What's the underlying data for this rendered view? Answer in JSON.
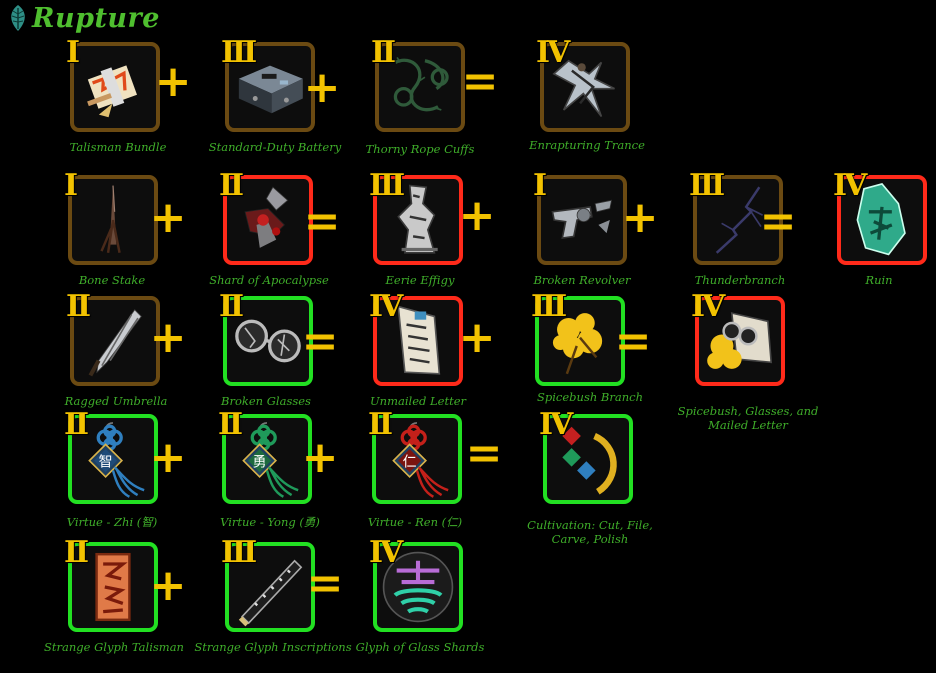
{
  "header": {
    "title": "Rupture",
    "icon": "leaf-icon",
    "title_color": "#4fbf2f"
  },
  "colors": {
    "tier_brown": "#6b4a12",
    "tier_red": "#ff2a1a",
    "tier_green": "#22e022",
    "tier_numeral": "#f2c200",
    "label": "#3fae2a"
  },
  "items": [
    {
      "id": "talisman-bundle",
      "tier": "I",
      "label": "Talisman Bundle",
      "frame": "brown"
    },
    {
      "id": "standard-duty-battery",
      "tier": "III",
      "label": "Standard-Duty Battery",
      "frame": "brown"
    },
    {
      "id": "thorny-rope-cuffs",
      "tier": "II",
      "label": "Thorny Rope Cuffs",
      "frame": "brown"
    },
    {
      "id": "enrapturing-trance",
      "tier": "IV",
      "label": "Enrapturing Trance",
      "frame": "brown"
    },
    {
      "id": "bone-stake",
      "tier": "I",
      "label": "Bone Stake",
      "frame": "brown"
    },
    {
      "id": "shard-of-apocalypse",
      "tier": "II",
      "label": "Shard of Apocalypse",
      "frame": "red"
    },
    {
      "id": "eerie-effigy",
      "tier": "III",
      "label": "Eerie Effigy",
      "frame": "red"
    },
    {
      "id": "broken-revolver",
      "tier": "I",
      "label": "Broken Revolver",
      "frame": "brown"
    },
    {
      "id": "thunderbranch",
      "tier": "III",
      "label": "Thunderbranch",
      "frame": "brown"
    },
    {
      "id": "ruin",
      "tier": "IV",
      "label": "Ruin",
      "frame": "red"
    },
    {
      "id": "ragged-umbrella",
      "tier": "II",
      "label": "Ragged Umbrella",
      "frame": "brown"
    },
    {
      "id": "broken-glasses",
      "tier": "II",
      "label": "Broken Glasses",
      "frame": "green"
    },
    {
      "id": "unmailed-letter",
      "tier": "IV",
      "label": "Unmailed Letter",
      "frame": "red"
    },
    {
      "id": "spicebush-branch",
      "tier": "III",
      "label": "Spicebush Branch",
      "frame": "green"
    },
    {
      "id": "spicebush-glasses-letter",
      "tier": "IV",
      "label": "Spicebush, Glasses, and Mailed Letter",
      "frame": "red"
    },
    {
      "id": "virtue-zhi",
      "tier": "II",
      "label": "Virtue - Zhi (智)",
      "frame": "green",
      "glyph": "智"
    },
    {
      "id": "virtue-yong",
      "tier": "II",
      "label": "Virtue - Yong (勇)",
      "frame": "green",
      "glyph": "勇"
    },
    {
      "id": "virtue-ren",
      "tier": "II",
      "label": "Virtue - Ren (仁)",
      "frame": "green",
      "glyph": "仁"
    },
    {
      "id": "cultivation",
      "tier": "IV",
      "label": "Cultivation: Cut, File, Carve, Polish",
      "frame": "green"
    },
    {
      "id": "strange-glyph-talisman",
      "tier": "II",
      "label": "Strange Glyph Talisman",
      "frame": "green"
    },
    {
      "id": "strange-glyph-inscriptions",
      "tier": "III",
      "label": "Strange Glyph Inscriptions",
      "frame": "green"
    },
    {
      "id": "glyph-of-glass-shards",
      "tier": "IV",
      "label": "Glyph of Glass Shards",
      "frame": "green"
    }
  ],
  "operators": {
    "plus": "+",
    "equals": "="
  }
}
